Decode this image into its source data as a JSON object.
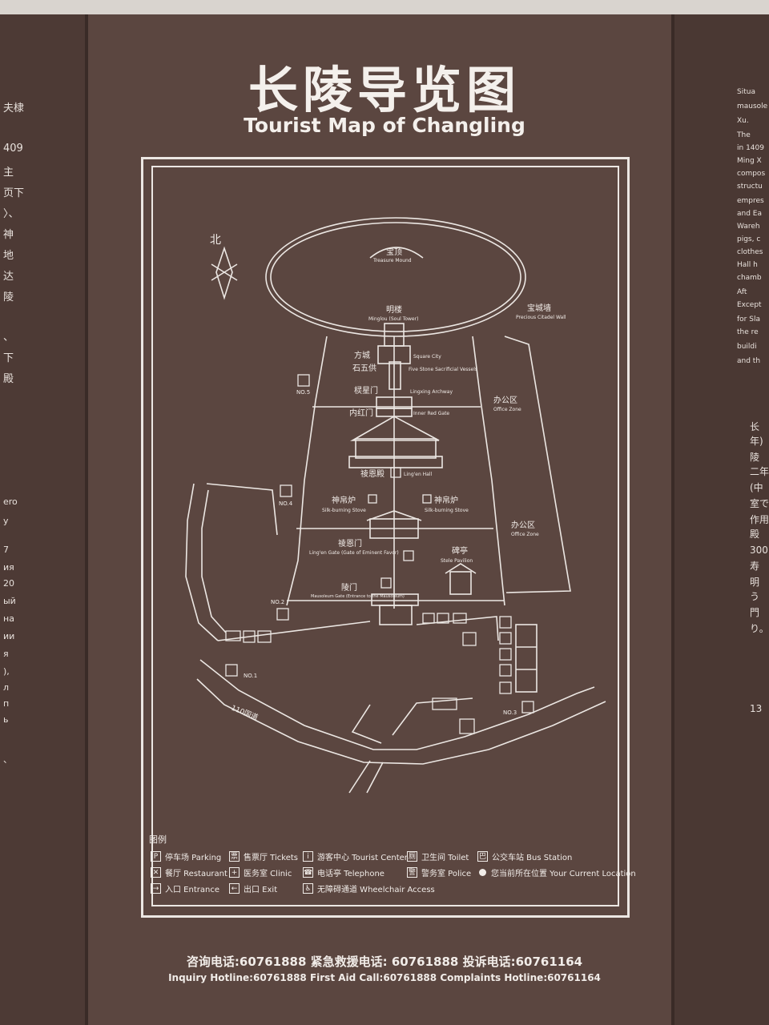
{
  "title_cn": "长陵导览图",
  "title_en": "Tourist Map of Changling",
  "compass": {
    "label": "北"
  },
  "map_labels": {
    "baoding_cn": "宝顶",
    "baoding_en": "Treasure Mound",
    "minglou_cn": "明楼",
    "minglou_en": "Minglou (Soul Tower)",
    "baochengqiang_cn": "宝城墙",
    "baochengqiang_en": "Precious Citadel Wall",
    "fangcheng_cn": "方城",
    "fangcheng_en": "Square City",
    "shiwugong_cn": "石五供",
    "shiwugong_en": "Five Stone Sacrificial Vessels",
    "lingxingmen_cn": "棂星门",
    "lingxingmen_en": "Lingxing Archway",
    "neihongmen_cn": "内红门",
    "neihongmen_en": "Inner Red Gate",
    "bangongqu_cn": "办公区",
    "bangongqu_en": "Office Zone",
    "lingendian_cn": "祾恩殿",
    "lingendian_en": "Ling'en Hall",
    "shenbolu_cn": "神帛炉",
    "shenbolu_en": "Silk-burning Stove",
    "lingenmen_cn": "祾恩门",
    "lingenmen_en": "Ling'en Gate (Gate of Eminent Favor)",
    "beiting_cn": "碑亭",
    "beiting_en": "Stele Pavilion",
    "lingmen_cn": "陵门",
    "lingmen_en": "Mausoleum Gate (Entrance to the Mausoleum)",
    "road": "110国道",
    "no1": "NO.1",
    "no2": "NO.2",
    "no3": "NO.3",
    "no4": "NO.4",
    "no5": "NO.5"
  },
  "legend": {
    "title": "图例",
    "items": [
      {
        "icon": "P",
        "label": "停车场 Parking"
      },
      {
        "icon": "票",
        "label": "售票厅 Tickets"
      },
      {
        "icon": "i",
        "label": "游客中心 Tourist Center"
      },
      {
        "icon": "厕",
        "label": "卫生间 Toilet"
      },
      {
        "icon": "巴",
        "label": "公交车站 Bus Station"
      },
      {
        "icon": "✕",
        "label": "餐厅 Restaurant"
      },
      {
        "icon": "+",
        "label": "医务室 Clinic"
      },
      {
        "icon": "☎",
        "label": "电话亭 Telephone"
      },
      {
        "icon": "警",
        "label": "警务室 Police"
      },
      {
        "icon": "",
        "label": "您当前所在位置 Your Current Location"
      },
      {
        "icon": "→",
        "label": "入口 Entrance"
      },
      {
        "icon": "←",
        "label": "出口 Exit"
      },
      {
        "icon": "♿",
        "label": "无障碍通道 Wheelchair Access"
      }
    ]
  },
  "hotline_cn": "咨询电话:60761888   紧急救援电话: 60761888   投诉电话:60761164",
  "hotline_en": "Inquiry Hotline:60761888   First Aid Call:60761888   Complaints Hotline:60761164",
  "side_left": [
    "夫棣",
    "409",
    "主",
    "页下",
    "〉、",
    "神",
    "地",
    "达",
    "陵",
    "、",
    "下",
    "殿",
    "ero",
    "y",
    "7",
    "ия",
    "20",
    "ый",
    "на",
    "ии",
    "я",
    "),",
    "л",
    "п",
    "ь",
    "、"
  ],
  "side_right": [
    "Situa",
    "mausole",
    "Xu.",
    "The",
    "in 1409",
    "Ming X",
    "compos",
    "structu",
    "empres",
    "and Ea",
    "Wareh",
    "pigs, c",
    "clothes",
    "Hall h",
    "chamb",
    "Aft",
    "Except",
    "for Sla",
    "the re",
    "buildi",
    "and th",
    "长",
    "年)",
    "陵",
    "二年",
    "(中",
    "室で",
    "作用",
    "殿",
    "300",
    "寿",
    "明",
    "う",
    "門",
    "り。",
    "13"
  ]
}
